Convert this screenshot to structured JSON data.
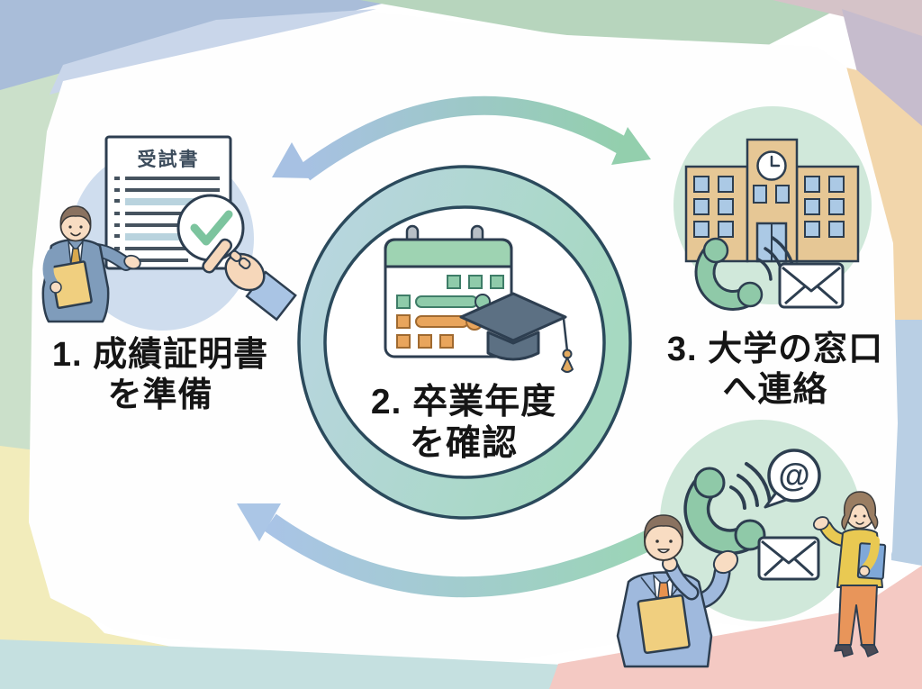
{
  "steps": [
    {
      "line1": "1. 成績証明書",
      "line2": "を準備"
    },
    {
      "line1": "2. 卒業年度",
      "line2": "を確認"
    },
    {
      "line1": "3. 大学の窓口",
      "line2": "へ連絡"
    }
  ],
  "document": {
    "title": "受試書"
  },
  "icons": {
    "at_symbol": "@",
    "list": [
      "document-icon",
      "check-icon",
      "pointing-hand-icon",
      "calendar-icon",
      "graduation-cap-icon",
      "school-building-icon",
      "clock-icon",
      "phone-icon",
      "signal-waves-icon",
      "envelope-icon",
      "at-speech-bubble-icon"
    ]
  },
  "colors": {
    "arrow_blue": "#a7c1e3",
    "arrow_green": "#93cfad",
    "ring_border": "#2b4a5c",
    "circle_blue": "#cfddee",
    "circle_green": "#d0e8da",
    "building_tan": "#e6c795",
    "calendar_green": "#9ed3b2",
    "accent_orange": "#e9a55c",
    "text_black": "#151515"
  }
}
